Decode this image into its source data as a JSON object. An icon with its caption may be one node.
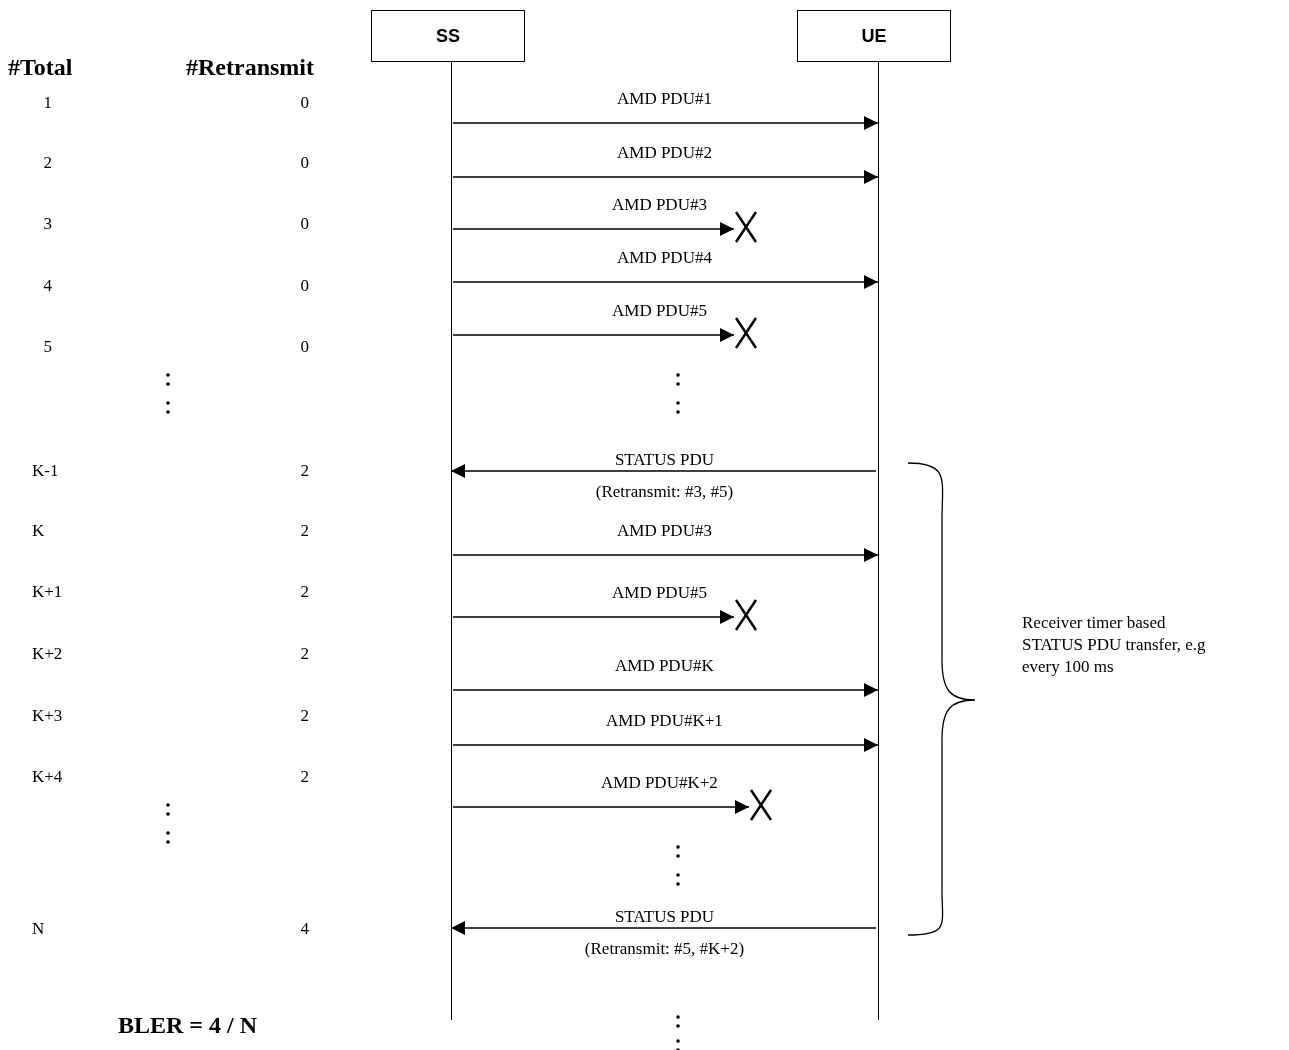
{
  "diagram": {
    "nodes": [
      {
        "text": [
          "SS"
        ]
      },
      {
        "text": [
          "UE"
        ]
      },
      {
        "text": [],
        "shape": "cross"
      },
      {
        "text": [],
        "shape": "cross"
      },
      {
        "text": [],
        "shape": "cross"
      },
      {
        "text": [],
        "shape": "cross"
      }
    ],
    "edges": [
      {
        "from": 0,
        "to": 1,
        "arrow": "to",
        "label": "AMD PDU#1"
      },
      {
        "from": 0,
        "to": 1,
        "arrow": "to",
        "label": "AMD PDU#2"
      },
      {
        "from": 0,
        "to": 2,
        "arrow": "to",
        "label": "AMD PDU#3"
      },
      {
        "from": 0,
        "to": 1,
        "arrow": "to",
        "label": "AMD PDU#4"
      },
      {
        "from": 0,
        "to": 3,
        "arrow": "to",
        "label": "AMD PDU#5"
      },
      {
        "from": 1,
        "to": 0,
        "arrow": "to",
        "label": "STATUS PDU (Retransmit: #3, #5)"
      },
      {
        "from": 0,
        "to": 1,
        "arrow": "to",
        "label": "AMD PDU#3"
      },
      {
        "from": 0,
        "to": 4,
        "arrow": "to",
        "label": "AMD PDU#5"
      },
      {
        "from": 0,
        "to": 1,
        "arrow": "to",
        "label": "AMD PDU#K"
      },
      {
        "from": 0,
        "to": 1,
        "arrow": "to",
        "label": "AMD PDU#K+1"
      },
      {
        "from": 0,
        "to": 5,
        "arrow": "to",
        "label": "AMD PDU#K+2"
      },
      {
        "from": 1,
        "to": 0,
        "arrow": "to",
        "label": "STATUS PDU (Retransmit: #5, #K+2)"
      }
    ],
    "labels": [
      "#Total",
      "#Retransmit",
      "1",
      "0",
      "2",
      "0",
      "3",
      "0",
      "4",
      "0",
      "5",
      "0",
      "K-1",
      "2",
      "K",
      "2",
      "K+1",
      "2",
      "K+2",
      "2",
      "K+3",
      "2",
      "K+4",
      "2",
      "N",
      "4",
      "Receiver timer based STATUS PDU transfer, e.g every 100 ms",
      "BLER = 4 / N"
    ]
  }
}
